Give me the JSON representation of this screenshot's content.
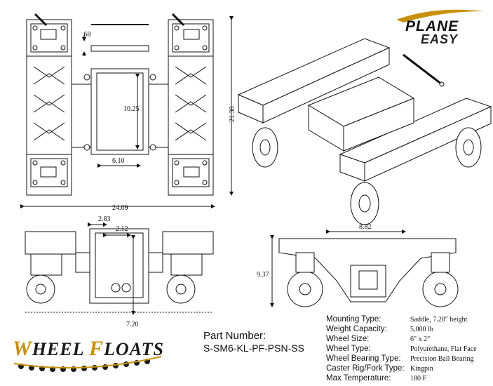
{
  "brand": {
    "logo_top": "PLANE",
    "logo_bottom": "EASY",
    "logo_w1_cap": "W",
    "logo_w1_rest": "HEEL",
    "logo_w2_cap": "F",
    "logo_w2_rest": "LOATS",
    "accent_color": "#c9900c"
  },
  "dimensions": {
    "pin_diameter": ".68",
    "saddle_length": "10.25",
    "saddle_width": "6.10",
    "overall_height": "21.38",
    "overall_width": "24.09",
    "offset_a": "2.83",
    "offset_b": "2.12",
    "saddle_height": "7.20",
    "front_width": "8.82",
    "front_height": "9.37"
  },
  "part": {
    "label": "Part Number:",
    "number": "S-SM6-KL-PF-PSN-SS"
  },
  "specs": [
    {
      "label": "Mounting Type:",
      "value": "Saddle, 7.20\" height"
    },
    {
      "label": "Weight Capacity:",
      "value": "5,000 lb"
    },
    {
      "label": "Wheel Size:",
      "value": "6\" x 2\""
    },
    {
      "label": "Wheel Type:",
      "value": "Polyurethane, Flat Face"
    },
    {
      "label": "Wheel Bearing Type:",
      "value": "Precision Ball Bearing"
    },
    {
      "label": "Caster Rig/Fork Type:",
      "value": "Kingpin"
    },
    {
      "label": "Max Temperature:",
      "value": "180 F"
    }
  ]
}
